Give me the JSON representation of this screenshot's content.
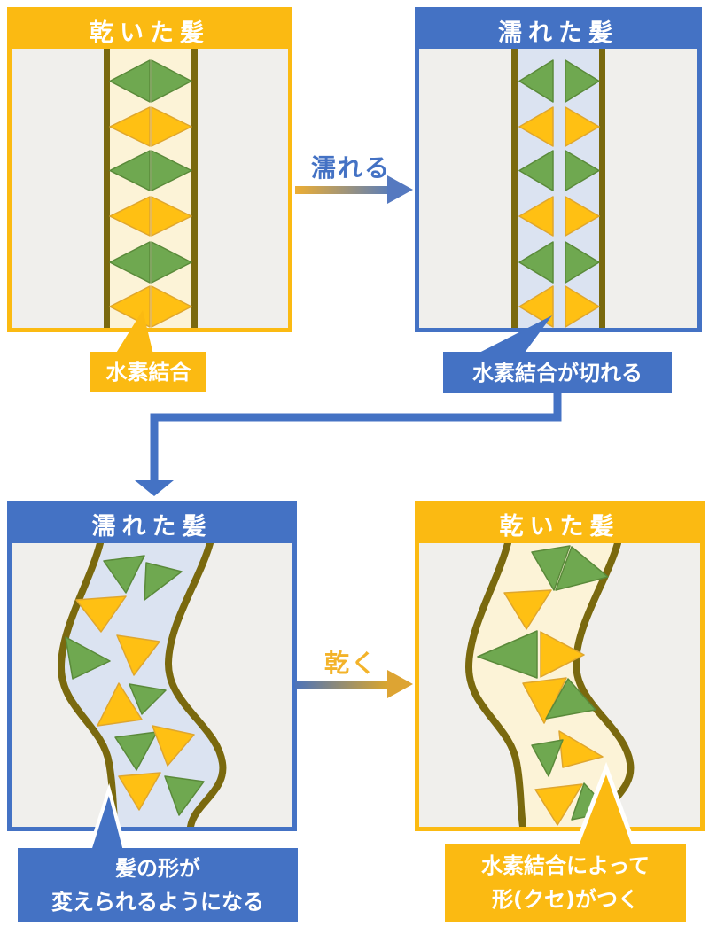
{
  "palette": {
    "orange": "#FBBA12",
    "blue": "#4472C4",
    "panel_bg": "#F0EFEC",
    "cream_strip": "#FCF3D7",
    "water_strip": "#DBE3F1",
    "hair_line": "#7A690E",
    "green_bond": "#6FA850",
    "green_edge": "#5A8A3A",
    "yellow_bond": "#FFC013",
    "yellow_edge": "#DFA62E",
    "label_text": "#FFFFFF",
    "wet_text": "#4472C4",
    "dry_text": "#F3B32A"
  },
  "panels": {
    "top_left": {
      "title": "乾いた髪",
      "caption": "水素結合"
    },
    "top_right": {
      "title": "濡れた髪",
      "caption": "水素結合が切れる"
    },
    "bottom_left": {
      "title": "濡れた髪",
      "caption_line1": "髪の形が",
      "caption_line2": "変えられるようになる"
    },
    "bottom_right": {
      "title": "乾いた髪",
      "caption_line1": "水素結合によって",
      "caption_line2": "形(クセ)がつく"
    }
  },
  "arrows": {
    "top": "濡れる",
    "bottom": "乾く"
  },
  "bond_sequence": [
    "green",
    "yellow",
    "green",
    "yellow",
    "green",
    "yellow"
  ]
}
